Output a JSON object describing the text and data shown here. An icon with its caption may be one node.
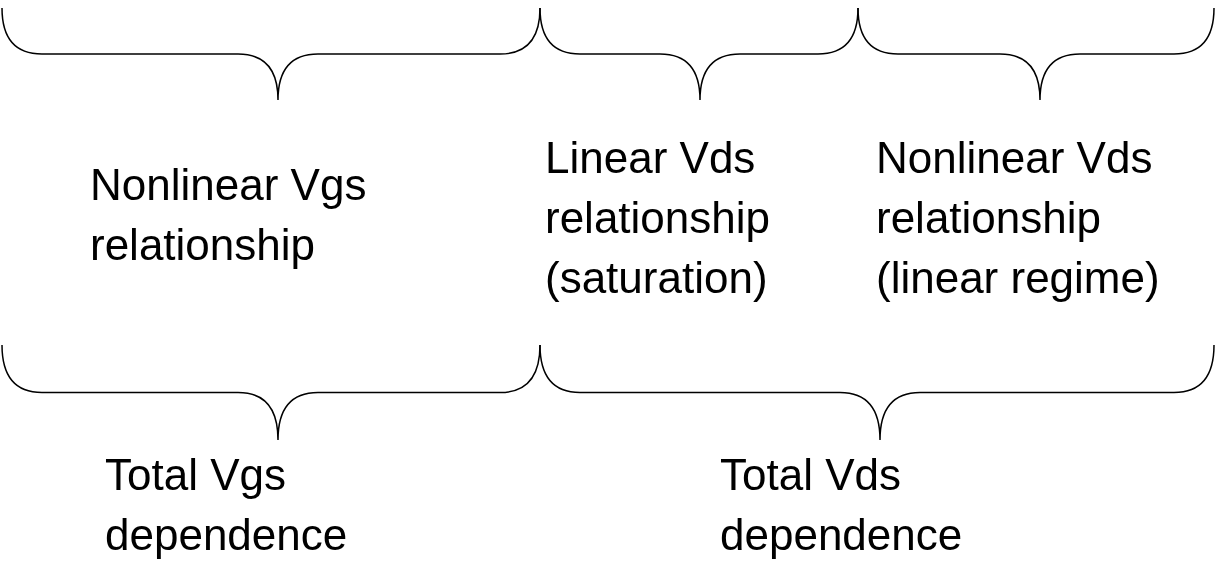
{
  "diagram": {
    "labels": [
      "Nonlinear Vgs relationship",
      "Linear Vds relationship (saturation)",
      "Nonlinear Vds relationship (linear regime)",
      "Total Vgs dependence",
      "Total Vds dependence"
    ]
  }
}
